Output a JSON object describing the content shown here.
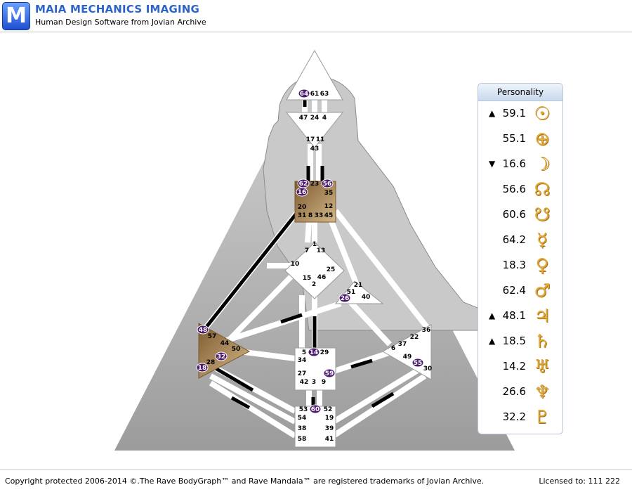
{
  "header": {
    "logo_letter": "M",
    "title": "MAIA MECHANICS IMAGING",
    "subtitle": "Human Design Software from Jovian Archive"
  },
  "colors": {
    "accent_blue": "#2d63c9",
    "active_gate": "#4b1a6e",
    "defined_center": "#b8965a",
    "planet_glyph": "#e0a83a"
  },
  "bodygraph": {
    "centers": {
      "head": {
        "gates": [
          "64",
          "61",
          "63"
        ],
        "defined": false
      },
      "ajna": {
        "gates": [
          "47",
          "24",
          "4",
          "17",
          "11",
          "43"
        ],
        "defined": false
      },
      "throat": {
        "gates": [
          "62",
          "23",
          "56",
          "16",
          "35",
          "20",
          "12",
          "31",
          "8",
          "33",
          "45"
        ],
        "defined": true
      },
      "g": {
        "gates": [
          "1",
          "7",
          "13",
          "10",
          "25",
          "15",
          "46",
          "2"
        ],
        "defined": false
      },
      "heart": {
        "gates": [
          "21",
          "51",
          "26",
          "40"
        ],
        "defined": false
      },
      "spleen": {
        "gates": [
          "48",
          "57",
          "44",
          "50",
          "32",
          "28",
          "18"
        ],
        "defined": true
      },
      "sacral": {
        "gates": [
          "5",
          "14",
          "29",
          "34",
          "27",
          "59",
          "42",
          "3",
          "9"
        ],
        "defined": false
      },
      "solar_plexus": {
        "gates": [
          "36",
          "22",
          "37",
          "6",
          "49",
          "55",
          "30"
        ],
        "defined": false
      },
      "root": {
        "gates": [
          "53",
          "60",
          "52",
          "54",
          "19",
          "38",
          "39",
          "58",
          "41"
        ],
        "defined": false
      }
    },
    "active_gates": [
      "64",
      "62",
      "56",
      "16",
      "26",
      "48",
      "32",
      "18",
      "14",
      "59",
      "55",
      "60"
    ]
  },
  "personality": {
    "title": "Personality",
    "rows": [
      {
        "arrow": "▲",
        "value": "59.1",
        "planet": "sun-icon",
        "glyph": "☉"
      },
      {
        "arrow": "",
        "value": "55.1",
        "planet": "earth-icon",
        "glyph": "⊕"
      },
      {
        "arrow": "▼",
        "value": "16.6",
        "planet": "moon-icon",
        "glyph": "☽"
      },
      {
        "arrow": "",
        "value": "56.6",
        "planet": "north-node-icon",
        "glyph": "☊"
      },
      {
        "arrow": "",
        "value": "60.6",
        "planet": "south-node-icon",
        "glyph": "☋"
      },
      {
        "arrow": "",
        "value": "64.2",
        "planet": "mercury-icon",
        "glyph": "☿"
      },
      {
        "arrow": "",
        "value": "18.3",
        "planet": "venus-icon",
        "glyph": "♀"
      },
      {
        "arrow": "",
        "value": "62.4",
        "planet": "mars-icon",
        "glyph": "♂"
      },
      {
        "arrow": "▲",
        "value": "48.1",
        "planet": "jupiter-icon",
        "glyph": "♃"
      },
      {
        "arrow": "▲",
        "value": "18.5",
        "planet": "saturn-icon",
        "glyph": "♄"
      },
      {
        "arrow": "",
        "value": "14.2",
        "planet": "uranus-icon",
        "glyph": "♅"
      },
      {
        "arrow": "",
        "value": "26.6",
        "planet": "neptune-icon",
        "glyph": "♆"
      },
      {
        "arrow": "",
        "value": "32.2",
        "planet": "pluto-icon",
        "glyph": "♇"
      }
    ]
  },
  "footer": {
    "copyright": "Copyright protected 2006-2014 ©.The Rave BodyGraph™ and Rave Mandala™ are registered trademarks of Jovian Archive.",
    "license": "Licensed to: 111 222"
  }
}
